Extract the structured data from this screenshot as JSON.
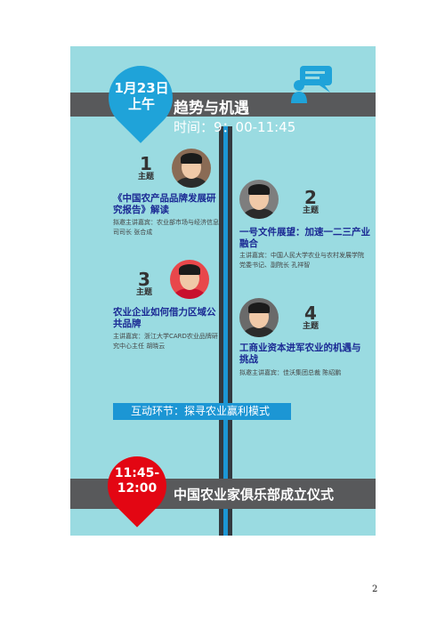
{
  "session1": {
    "date": "1月23日",
    "period": "上午",
    "title": "趋势与机遇",
    "time": "时间：9：00-11:45"
  },
  "topics": [
    {
      "number": "1",
      "label": "主题",
      "title": "《中国农产品品牌发展研究报告》解读",
      "speaker": "拟邀主讲嘉宾：农业部市场与经济信息司司长 张合成"
    },
    {
      "number": "2",
      "label": "主题",
      "title": "一号文件展望：加速一二三产业融合",
      "speaker": "主讲嘉宾：中国人民大学农业与农村发展学院党委书记、副院长 孔祥智"
    },
    {
      "number": "3",
      "label": "主题",
      "title": "农业企业如何借力区域公共品牌",
      "speaker": "主讲嘉宾：浙江大学CARD农业品牌研究中心主任 胡晓云"
    },
    {
      "number": "4",
      "label": "主题",
      "title": "工商业资本进军农业的机遇与挑战",
      "speaker": "拟邀主讲嘉宾：佳沃集团总裁 陈绍鹏"
    }
  ],
  "interactive": "互动环节：探寻农业赢利模式",
  "session2": {
    "time_start": "11:45-",
    "time_end": "12:00",
    "title": "中国农业家俱乐部成立仪式"
  },
  "page_number": "2",
  "colors": {
    "background": "#9adbe1",
    "band": "#58595b",
    "pin_blue": "#1fa3d9",
    "pin_red": "#e30613",
    "title_blue": "#1b2a94",
    "timeline_blue": "#1c96d4"
  },
  "icons": [
    "chat-bubble-person-icon"
  ]
}
